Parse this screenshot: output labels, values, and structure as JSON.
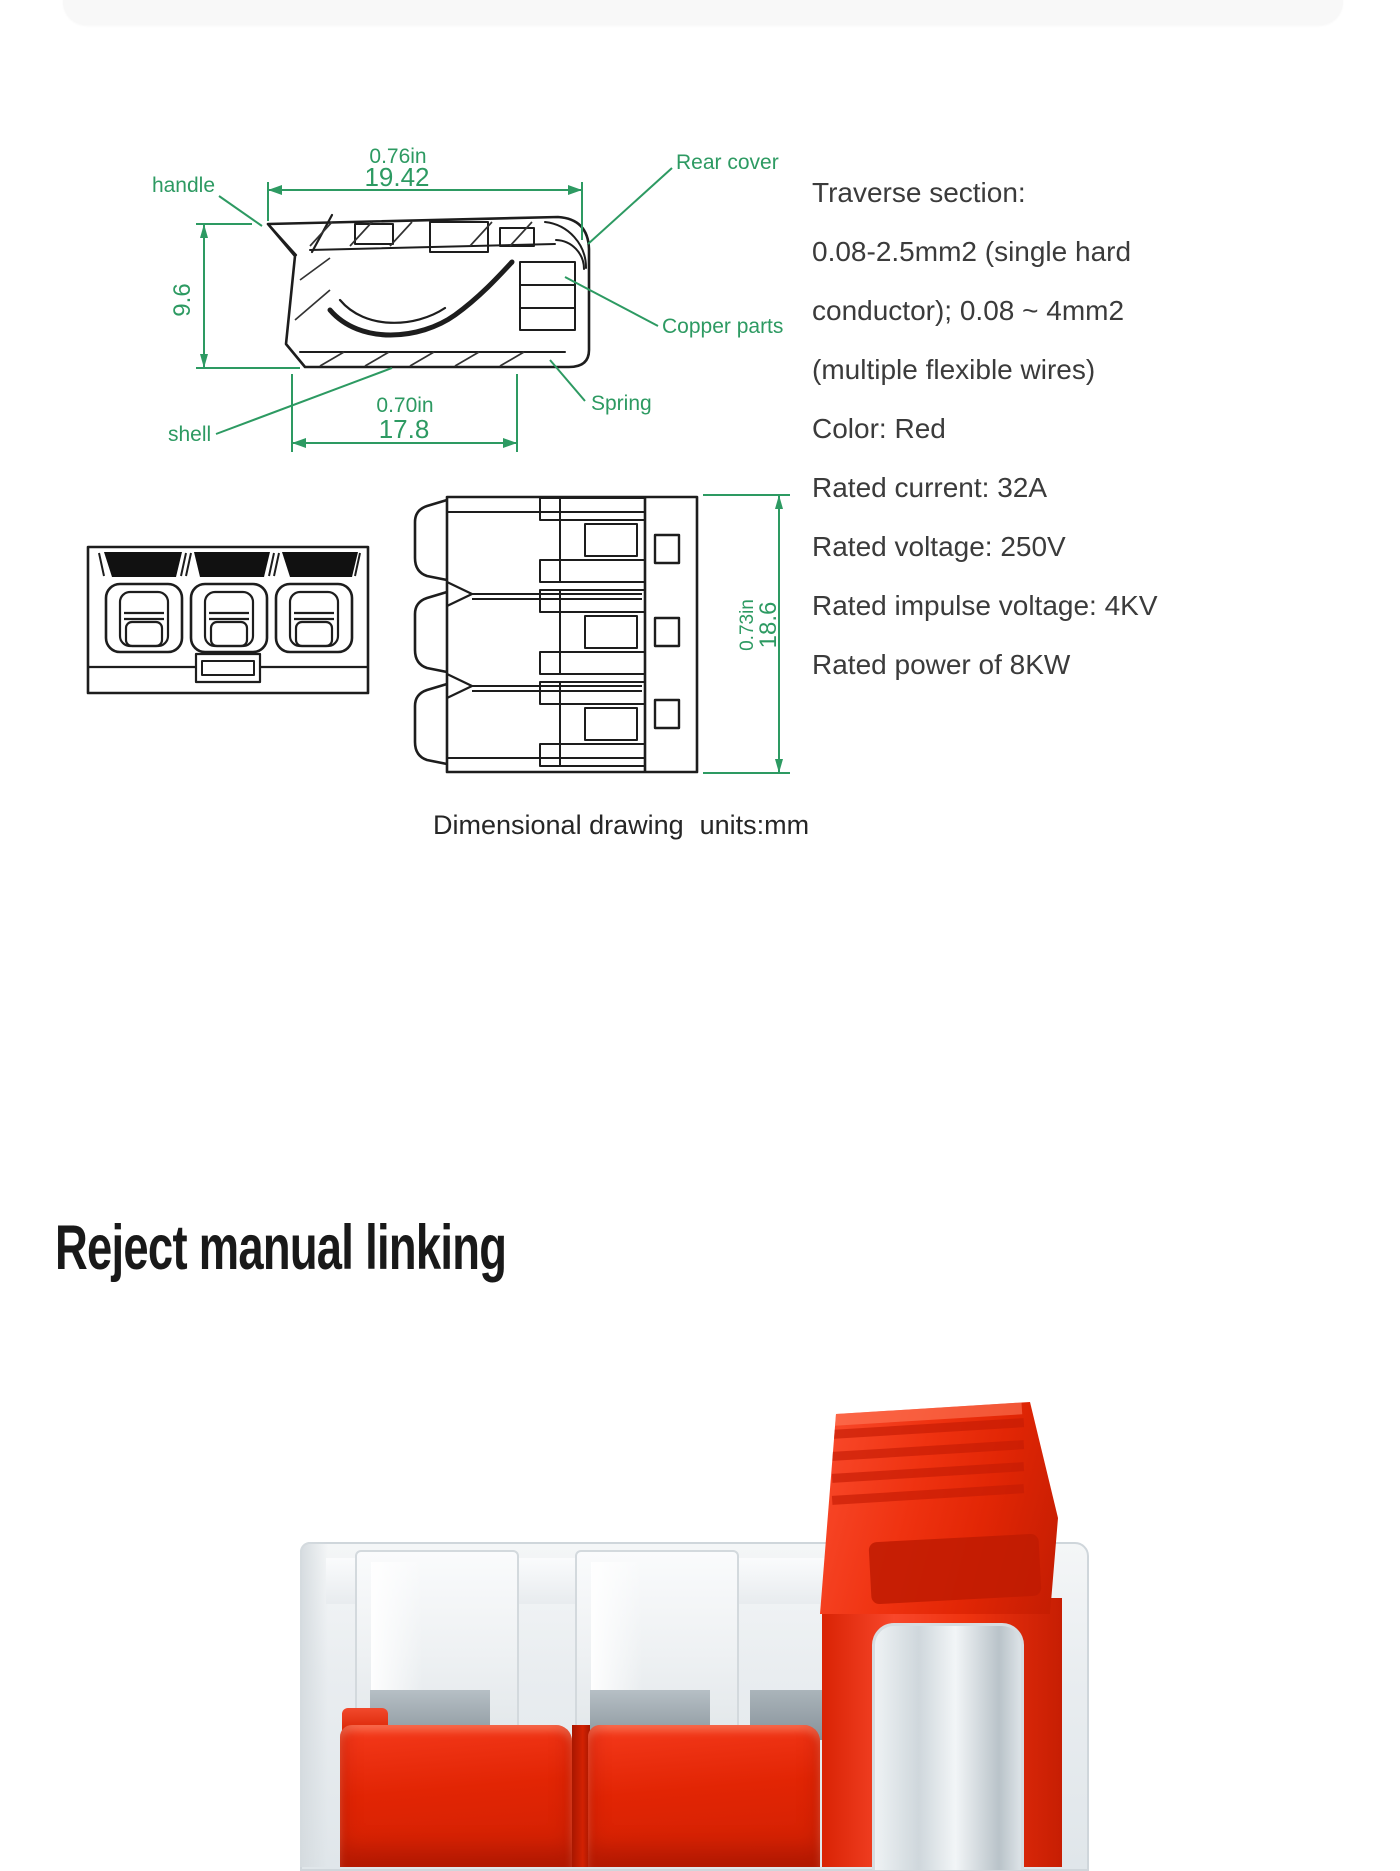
{
  "diagram": {
    "labels": {
      "handle": "handle",
      "rear_cover": "Rear cover",
      "copper_parts": "Copper parts",
      "spring": "Spring",
      "shell": "shell"
    },
    "dims": {
      "top_in": "0.76in",
      "top_mm": "19.42",
      "height_mm": "9.6",
      "bottom_in": "0.70in",
      "bottom_mm": "17.8",
      "side_in": "0.73in",
      "side_mm": "18.6"
    },
    "caption": "Dimensional drawing",
    "caption_units": "units:mm",
    "accent_green": "#2d9a62",
    "line_color": "#1d1d1d"
  },
  "specs": {
    "lines": [
      "Traverse section:",
      "0.08-2.5mm2 (single hard",
      "conductor); 0.08 ~ 4mm2",
      "(multiple flexible wires)",
      "Color: Red",
      "Rated current: 32A",
      "Rated voltage: 250V",
      "Rated impulse voltage: 4KV",
      "Rated power of 8KW"
    ]
  },
  "section": {
    "heading": "Reject manual linking"
  },
  "photo": {
    "red": "#ea2b0d",
    "red_dark": "#c21c02",
    "shell_clear": "#e8edf0"
  }
}
